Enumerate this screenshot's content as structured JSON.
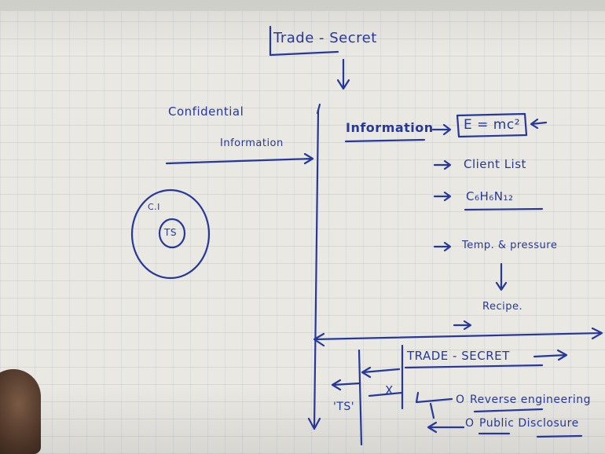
{
  "title": "Trade - Secret",
  "left": {
    "line1": "Confidential",
    "line2": "Information",
    "outer_circle": "C.I",
    "inner_circle": "TS"
  },
  "information": {
    "heading": "Information",
    "formula": "E = mc²",
    "item_client": "Client List",
    "item_chem": "C₆H₆N₁₂",
    "item_temp": "Temp. & pressure",
    "recipe": "Recipe."
  },
  "lower": {
    "trade_secret": "TRADE - SECRET",
    "cross": "X",
    "ts_label": "'TS'",
    "reverse": "Reverse engineering",
    "public": "Public Disclosure",
    "bullet_symbol": "O"
  },
  "ink_color": "#26389a"
}
